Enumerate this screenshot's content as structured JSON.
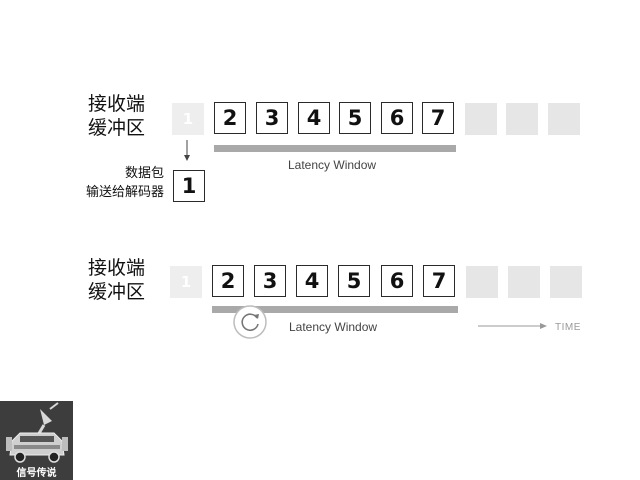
{
  "top_row": {
    "buffer_label_line1": "接收端",
    "buffer_label_line2": "缓冲区",
    "ghost_cell": "1",
    "cells": [
      "2",
      "3",
      "4",
      "5",
      "6",
      "7"
    ],
    "window_label": "Latency Window",
    "output_label_line1": "数据包",
    "output_label_line2": "输送给解码器",
    "output_cell": "1"
  },
  "bottom_row": {
    "buffer_label_line1": "接收端",
    "buffer_label_line2": "缓冲区",
    "ghost_cell": "1",
    "cells": [
      "2",
      "3",
      "4",
      "5",
      "6",
      "7"
    ],
    "window_label": "Latency Window",
    "time_label": "TIME"
  },
  "logo": {
    "text": "信号传说"
  },
  "colors": {
    "bar": "#a9a9a9",
    "ghost": "#eeeeee",
    "empty": "#e6e6e6",
    "border": "#2b2b2b"
  },
  "icons": [
    "arrow-down-icon",
    "refresh-icon",
    "arrow-right-icon",
    "car-antenna-logo-icon"
  ]
}
